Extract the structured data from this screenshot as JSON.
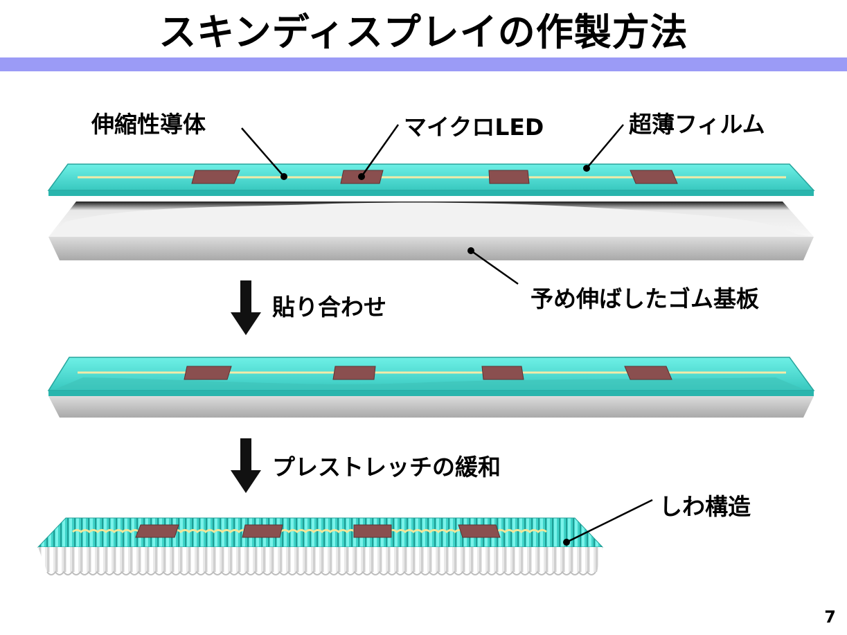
{
  "slide": {
    "title": "スキンディスプレイの作製方法",
    "page_number": "7",
    "accent_bar_color": "#9b9bf6"
  },
  "labels": {
    "stretchable_conductor": "伸縮性導体",
    "micro_led": "マイクロLED",
    "ultrathin_film": "超薄フィルム",
    "prestretched_rubber": "予め伸ばしたゴム基板",
    "wrinkle_structure": "しわ構造"
  },
  "steps": {
    "bonding": "貼り合わせ",
    "release_prestretch": "プレストレッチの緩和"
  },
  "colors": {
    "film": "#4fe3d6",
    "film_edge": "#2fb9b0",
    "conductor": "#f2e7a2",
    "led": "#8a4f4f",
    "rubber": "#f0f0f0",
    "rubber_side": "#c9c9c9"
  }
}
